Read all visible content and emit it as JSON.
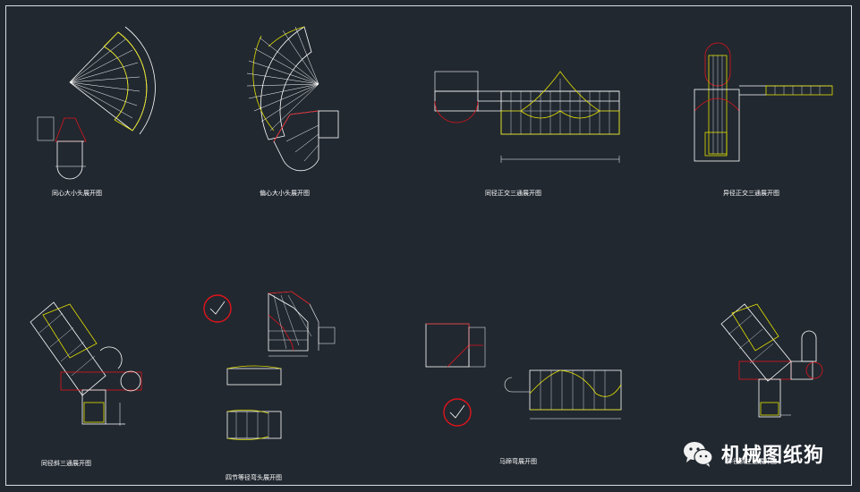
{
  "drawing": {
    "captions": [
      "同心大小头展开图",
      "偏心大小头展开图",
      "同径正交三通展开图",
      "异径正交三通展开图",
      "同径斜三通展开图",
      "四节等径弯头展开图",
      "马蹄弯展开图",
      "异径斜三通展开图"
    ]
  },
  "watermark": {
    "text": "机械图纸狗",
    "icon": "wechat-icon"
  },
  "colors": {
    "background": "#212830",
    "line": "#ffffff",
    "highlight": "#e3e000",
    "profile": "#e0141b"
  }
}
